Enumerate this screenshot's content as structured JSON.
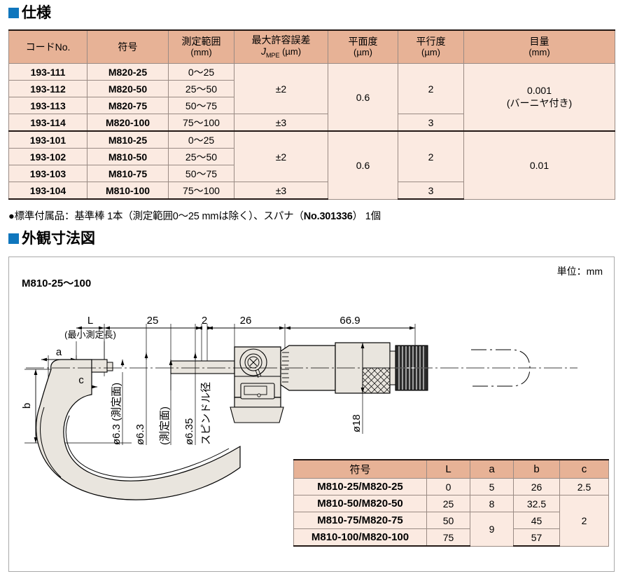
{
  "sections": {
    "spec_title": "仕様",
    "drawing_title": "外観寸法図"
  },
  "spec_table": {
    "headers": [
      {
        "line1": "コードNo.",
        "line2": ""
      },
      {
        "line1": "符号",
        "line2": ""
      },
      {
        "line1": "測定範囲",
        "line2": "(mm)"
      },
      {
        "line1": "最大許容誤差",
        "line2": "JMPE (µm)"
      },
      {
        "line1": "平面度",
        "line2": "(µm)"
      },
      {
        "line1": "平行度",
        "line2": "(µm)"
      },
      {
        "line1": "目量",
        "line2": "(mm)"
      }
    ],
    "group1": {
      "rows": [
        {
          "code": "193-111",
          "symbol": "M820-25",
          "range": "0〜25"
        },
        {
          "code": "193-112",
          "symbol": "M820-50",
          "range": "25〜50"
        },
        {
          "code": "193-113",
          "symbol": "M820-75",
          "range": "50〜75"
        },
        {
          "code": "193-114",
          "symbol": "M820-100",
          "range": "75〜100"
        }
      ],
      "mpe_top": "±2",
      "mpe_bottom": "±3",
      "flatness": "0.6",
      "parallel_top": "2",
      "parallel_bottom": "3",
      "graduation_line1": "0.001",
      "graduation_line2": "(バーニヤ付き)"
    },
    "group2": {
      "rows": [
        {
          "code": "193-101",
          "symbol": "M810-25",
          "range": "0〜25"
        },
        {
          "code": "193-102",
          "symbol": "M810-50",
          "range": "25〜50"
        },
        {
          "code": "193-103",
          "symbol": "M810-75",
          "range": "50〜75"
        },
        {
          "code": "193-104",
          "symbol": "M810-100",
          "range": "75〜100"
        }
      ],
      "mpe_top": "±2",
      "mpe_bottom": "±3",
      "flatness": "0.6",
      "parallel_top": "2",
      "parallel_bottom": "3",
      "graduation_line1": "0.01",
      "graduation_line2": ""
    }
  },
  "footnote": {
    "bullet": "●",
    "text_before": "標準付属品：基準棒 1本（測定範囲0〜25 mmは除く）、スパナ（",
    "bold": "No.301336",
    "text_after": "） 1個"
  },
  "drawing": {
    "model_label": "M810-25〜100",
    "unit_label": "単位：mm",
    "dimensions": {
      "L": "L",
      "L_note": "(最小測定長)",
      "d25": "25",
      "d2": "2",
      "d26": "26",
      "d669": "66.9",
      "a": "a",
      "b": "b",
      "c": "c",
      "anvil_dia": "ø6.3 (測定面)",
      "spindle_face": "ø6.3",
      "spindle_face_note": "(測定面)",
      "spindle_dia": "ø6.35",
      "spindle_dia_note": "スピンドル径",
      "thimble_dia": "ø18"
    }
  },
  "dim_table": {
    "headers": [
      "符号",
      "L",
      "a",
      "b",
      "c"
    ],
    "rows": [
      {
        "name": "M810-25/M820-25",
        "L": "0",
        "a": "5",
        "b": "26",
        "c": "2.5"
      },
      {
        "name": "M810-50/M820-50",
        "L": "25",
        "a": "8",
        "b": "32.5",
        "c": ""
      },
      {
        "name": "M810-75/M820-75",
        "L": "50",
        "a": "9",
        "b": "45",
        "c": "2"
      },
      {
        "name": "M810-100/M820-100",
        "L": "75",
        "a": "",
        "b": "57",
        "c": ""
      }
    ]
  },
  "colors": {
    "accent_blue": "#0f76bd",
    "header_fill": "#e7b296",
    "body_fill": "#fbeae1",
    "border": "#9a8b84",
    "heavy_border": "#231815",
    "metal_fill": "#e9e5de"
  }
}
